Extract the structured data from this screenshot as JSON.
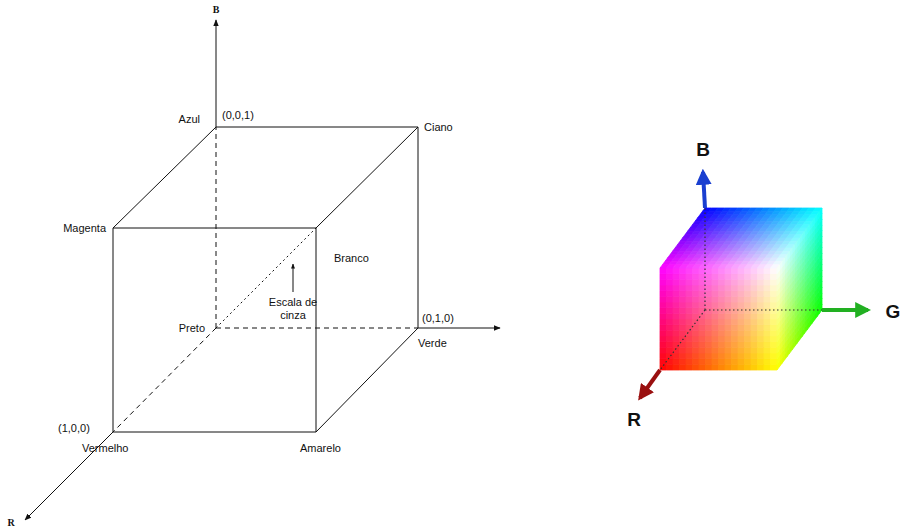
{
  "diagram": {
    "labels": [
      "B",
      "Azul",
      "(0,0,1)",
      "Ciano",
      "Magenta",
      "Branco",
      "Escala de cinza",
      "Preto",
      "(0,1,0)",
      "Verde",
      "(1,0,0)",
      "Vermelho",
      "Amarelo",
      "R",
      "B",
      "G",
      "R"
    ]
  }
}
